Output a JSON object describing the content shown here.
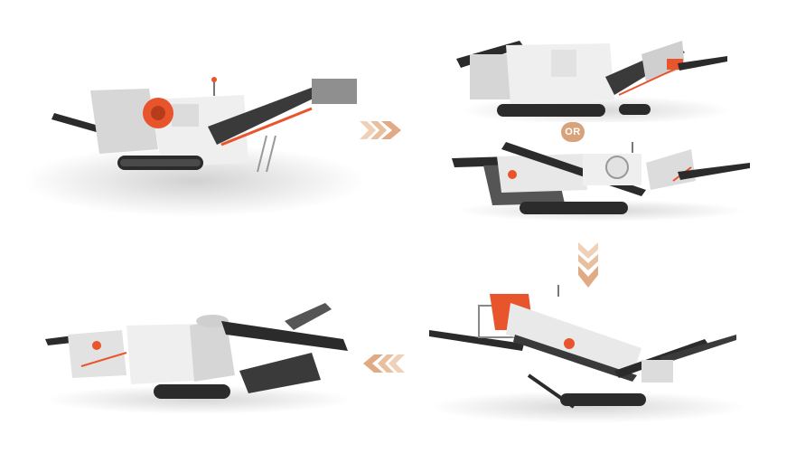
{
  "or_label": "OR",
  "colors": {
    "accent": "#e8542c",
    "arrow": "#e4b48f",
    "machine_light": "#ececec",
    "machine_mid": "#bdbdbd",
    "machine_dark": "#2b2b2b"
  },
  "flow": [
    {
      "step": "jaw-crusher-plant"
    },
    {
      "step": "cone-or-impact-crusher-plant"
    },
    {
      "step": "screening-plant"
    },
    {
      "step": "sand-making-plant"
    }
  ]
}
